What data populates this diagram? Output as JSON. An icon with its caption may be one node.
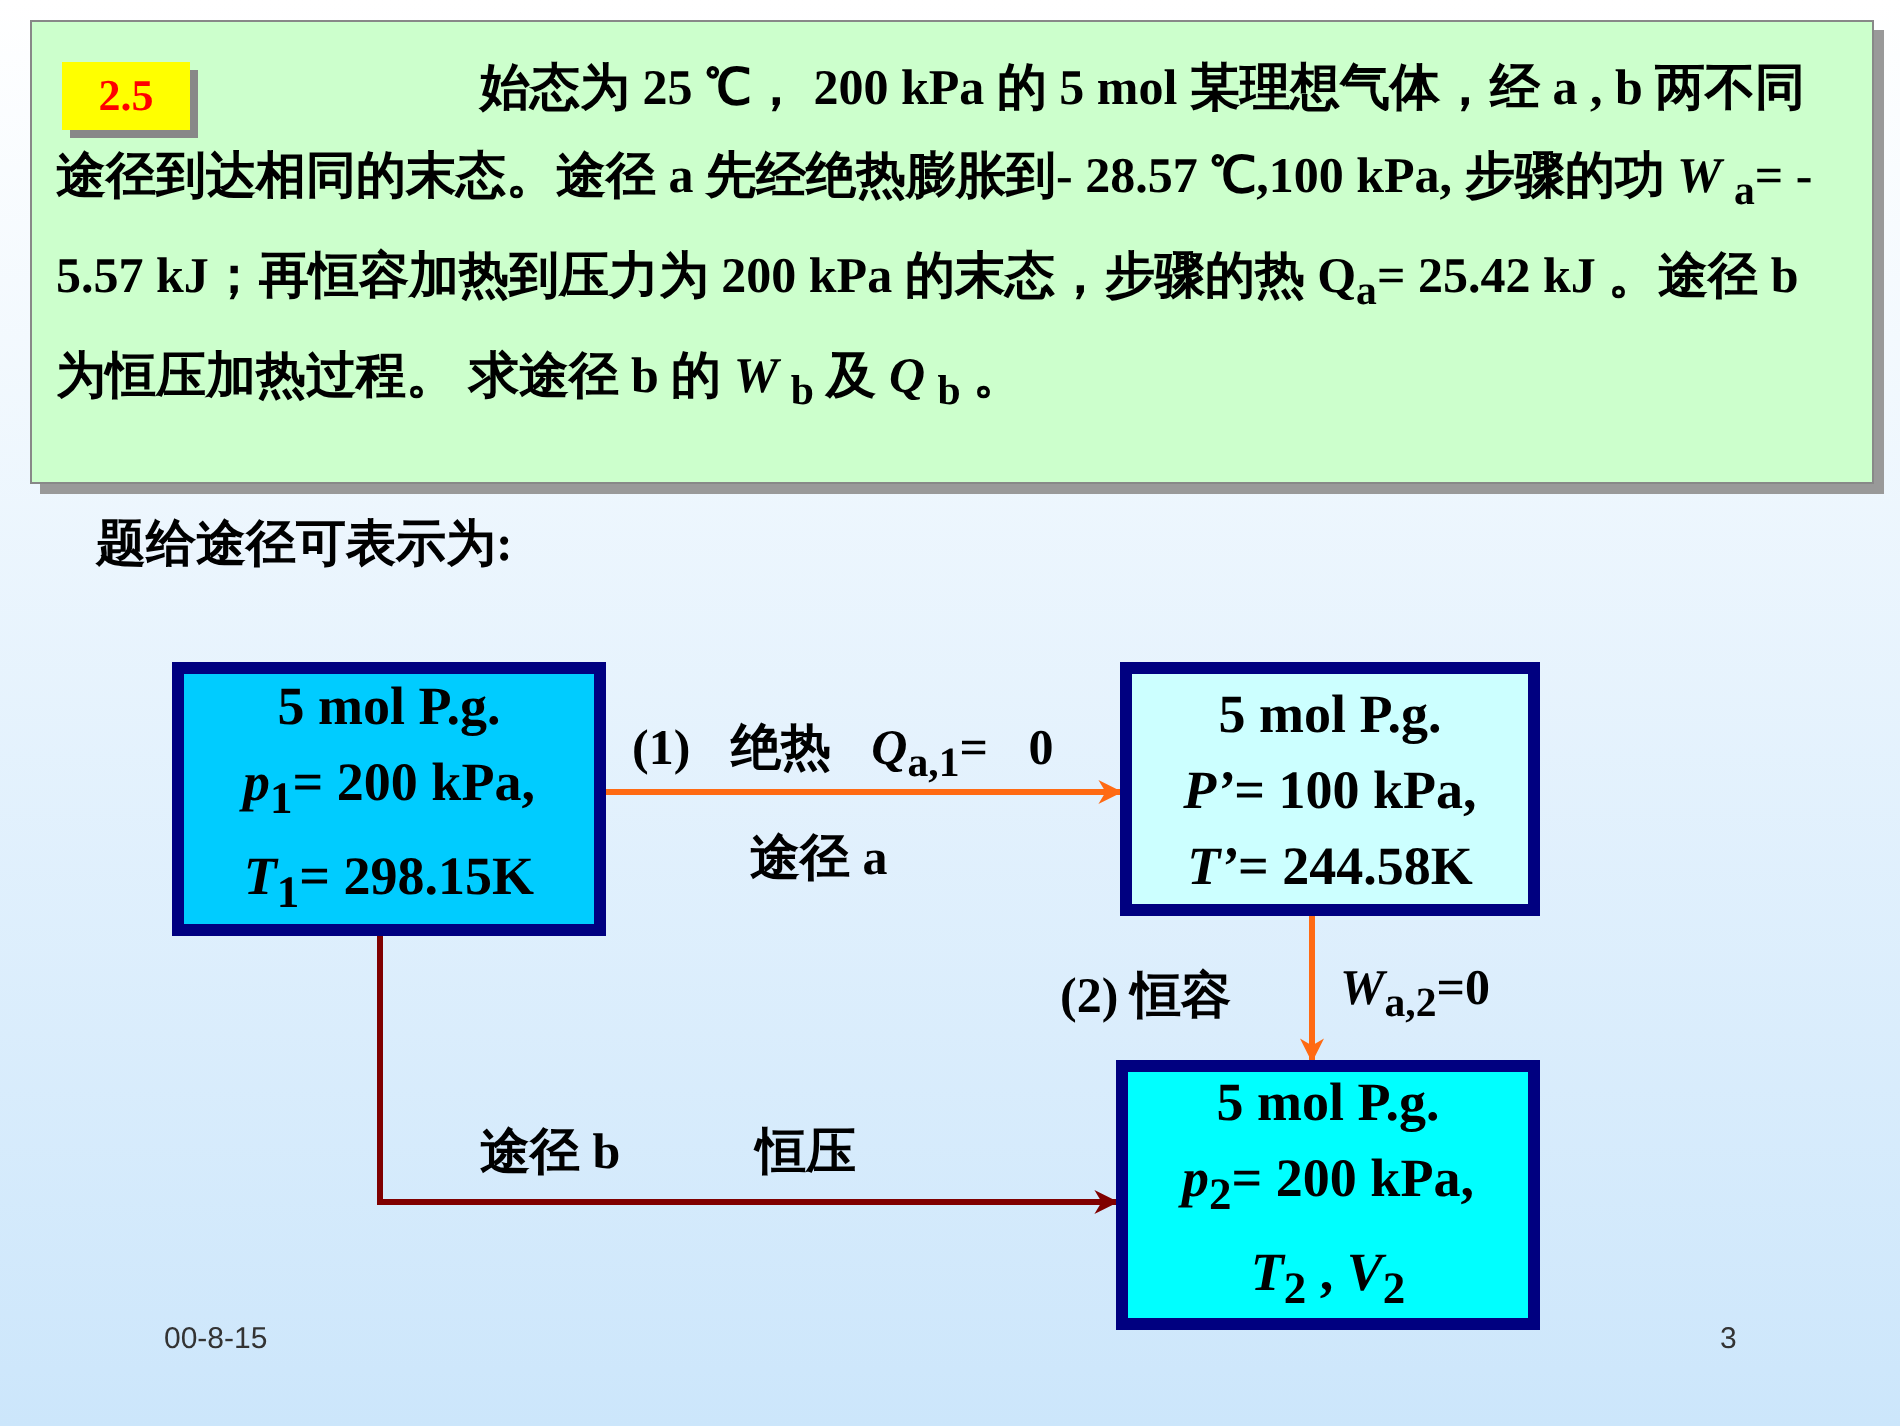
{
  "diagram": {
    "nodes": [
      {
        "text": [
          "始态为 25 ℃， 200 kPa 的 5 mol 某理想气体，经 a , b 两不同途径到达相同的末态。途径 a 先经绝热膨胀到- 28.57 ℃,100 kPa, 步骤的功 *W* $_{a}$= - 5.57 kJ；再恒容加热到压力为 200 kPa 的末态，步骤的热 Q$_{a}$= 25.42 kJ 。途径 b 为恒压加热过程。 求途径 b 的 *W* $_{b}$ 及 *Q* $_{b}$ 。"
        ]
      },
      {
        "text": [
          "2.5"
        ],
        "in": 0
      },
      {
        "text": [
          "5 mol P.g. *p*$_{1}$= 200 kPa, *T*$_{1}$= 298.15K"
        ]
      },
      {
        "text": [
          "5 mol P.g. *P’*= 100 kPa, *T’*= 244.58K"
        ]
      },
      {
        "text": [
          "5 mol P.g. *p*$_{2}$= 200 kPa, *T*$_{2}$ , *V*$_{2}$"
        ]
      }
    ],
    "edges": [
      {
        "from": 2,
        "to": 3,
        "arrow": "to",
        "label": "(1) 绝热 *Q*$_{a,1}$= 0"
      },
      {
        "from": 3,
        "to": 4,
        "arrow": "to",
        "label": "(2) 恒容"
      },
      {
        "from": 2,
        "to": 4,
        "arrow": "to",
        "label": "途径 b",
        "color": "#800000"
      }
    ],
    "labels": [
      "题给途径可表示为:",
      "途径 a",
      "*W*$_{a,2}$=0",
      "恒压",
      "00-8-15",
      "3"
    ]
  }
}
